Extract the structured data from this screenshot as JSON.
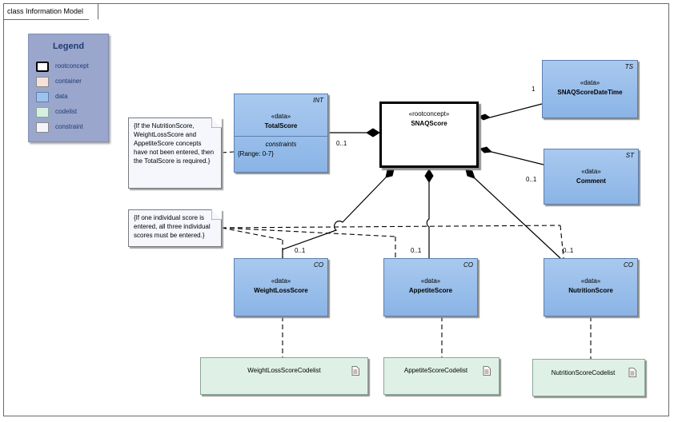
{
  "diagram": {
    "title": "class Information Model"
  },
  "legend": {
    "title": "Legend",
    "items": [
      {
        "label": "rootconcept",
        "color": "#ffffff",
        "border": "#000000"
      },
      {
        "label": "container",
        "color": "#f5e1d8",
        "border": "#8a8a8a"
      },
      {
        "label": "data",
        "color": "#9dc3ec",
        "border": "#5d7fae"
      },
      {
        "label": "codelist",
        "color": "#d6efe0",
        "border": "#8aa796"
      },
      {
        "label": "constraint",
        "color": "#f4f5fb",
        "border": "#8a8a8a"
      }
    ]
  },
  "classes": {
    "snaq": {
      "stereotype": "«rootconcept»",
      "name": "SNAQScore"
    },
    "total": {
      "stereotype": "«data»",
      "name": "TotalScore",
      "tag": "INT",
      "section_label": "constraints",
      "constraint": "{Range: 0-7}"
    },
    "datetime": {
      "stereotype": "«data»",
      "name": "SNAQScoreDateTime",
      "tag": "TS"
    },
    "comment": {
      "stereotype": "«data»",
      "name": "Comment",
      "tag": "ST"
    },
    "weightloss": {
      "stereotype": "«data»",
      "name": "WeightLossScore",
      "tag": "CO"
    },
    "appetite": {
      "stereotype": "«data»",
      "name": "AppetiteScore",
      "tag": "CO"
    },
    "nutrition": {
      "stereotype": "«data»",
      "name": "NutritionScore",
      "tag": "CO"
    }
  },
  "codelists": {
    "weightloss": "WeightLossScoreCodelist",
    "appetite": "AppetiteScoreCodelist",
    "nutrition": "NutritionScoreCodelist"
  },
  "notes": {
    "total_required": "{If the NutritionScore, WeightLossScore and AppetiteScore concepts have not been entered, then the TotalScore is required.}",
    "all_three": "{If one individual score is entered, all three individual scores must be entered.}"
  },
  "multiplicities": {
    "total": "0..1",
    "datetime": "1",
    "comment": "0..1",
    "weightloss": "0..1",
    "appetite": "0..1",
    "nutrition": "0..1"
  }
}
